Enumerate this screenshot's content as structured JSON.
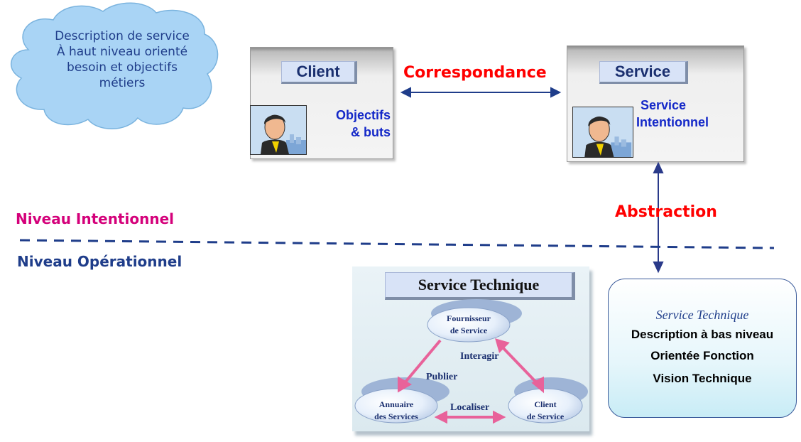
{
  "cloud": {
    "line1": "Description de service",
    "line2": "À haut niveau orienté",
    "line3": "besoin et objectifs",
    "line4": "métiers"
  },
  "client_box": {
    "title": "Client",
    "text1": "Objectifs",
    "text2": "& buts"
  },
  "service_box": {
    "title": "Service",
    "text1": "Service",
    "text2": "Intentionnel"
  },
  "relations": {
    "correspondance": "Correspondance",
    "abstraction": "Abstraction"
  },
  "levels": {
    "intentional": "Niveau Intentionnel",
    "operational": "Niveau Opérationnel"
  },
  "technical_panel": {
    "title": "Service Technique",
    "provider_line1": "Fournisseur",
    "provider_line2": "de Service",
    "registry_line1": "Annuaire",
    "registry_line2": "des Services",
    "client_line1": "Client",
    "client_line2": "de Service",
    "interagir": "Interagir",
    "publier": "Publier",
    "localiser": "Localiser"
  },
  "description_box": {
    "title": "Service Technique",
    "line1": "Description à bas niveau",
    "line2": "Orientée Fonction",
    "line3": "Vision Technique"
  },
  "colors": {
    "cloud_fill": "#a9d4f5",
    "relation_red": "#ff0000",
    "intentional_magenta": "#d4007a",
    "operational_blue": "#1f3d8a",
    "arrow_pink": "#e8629a"
  }
}
